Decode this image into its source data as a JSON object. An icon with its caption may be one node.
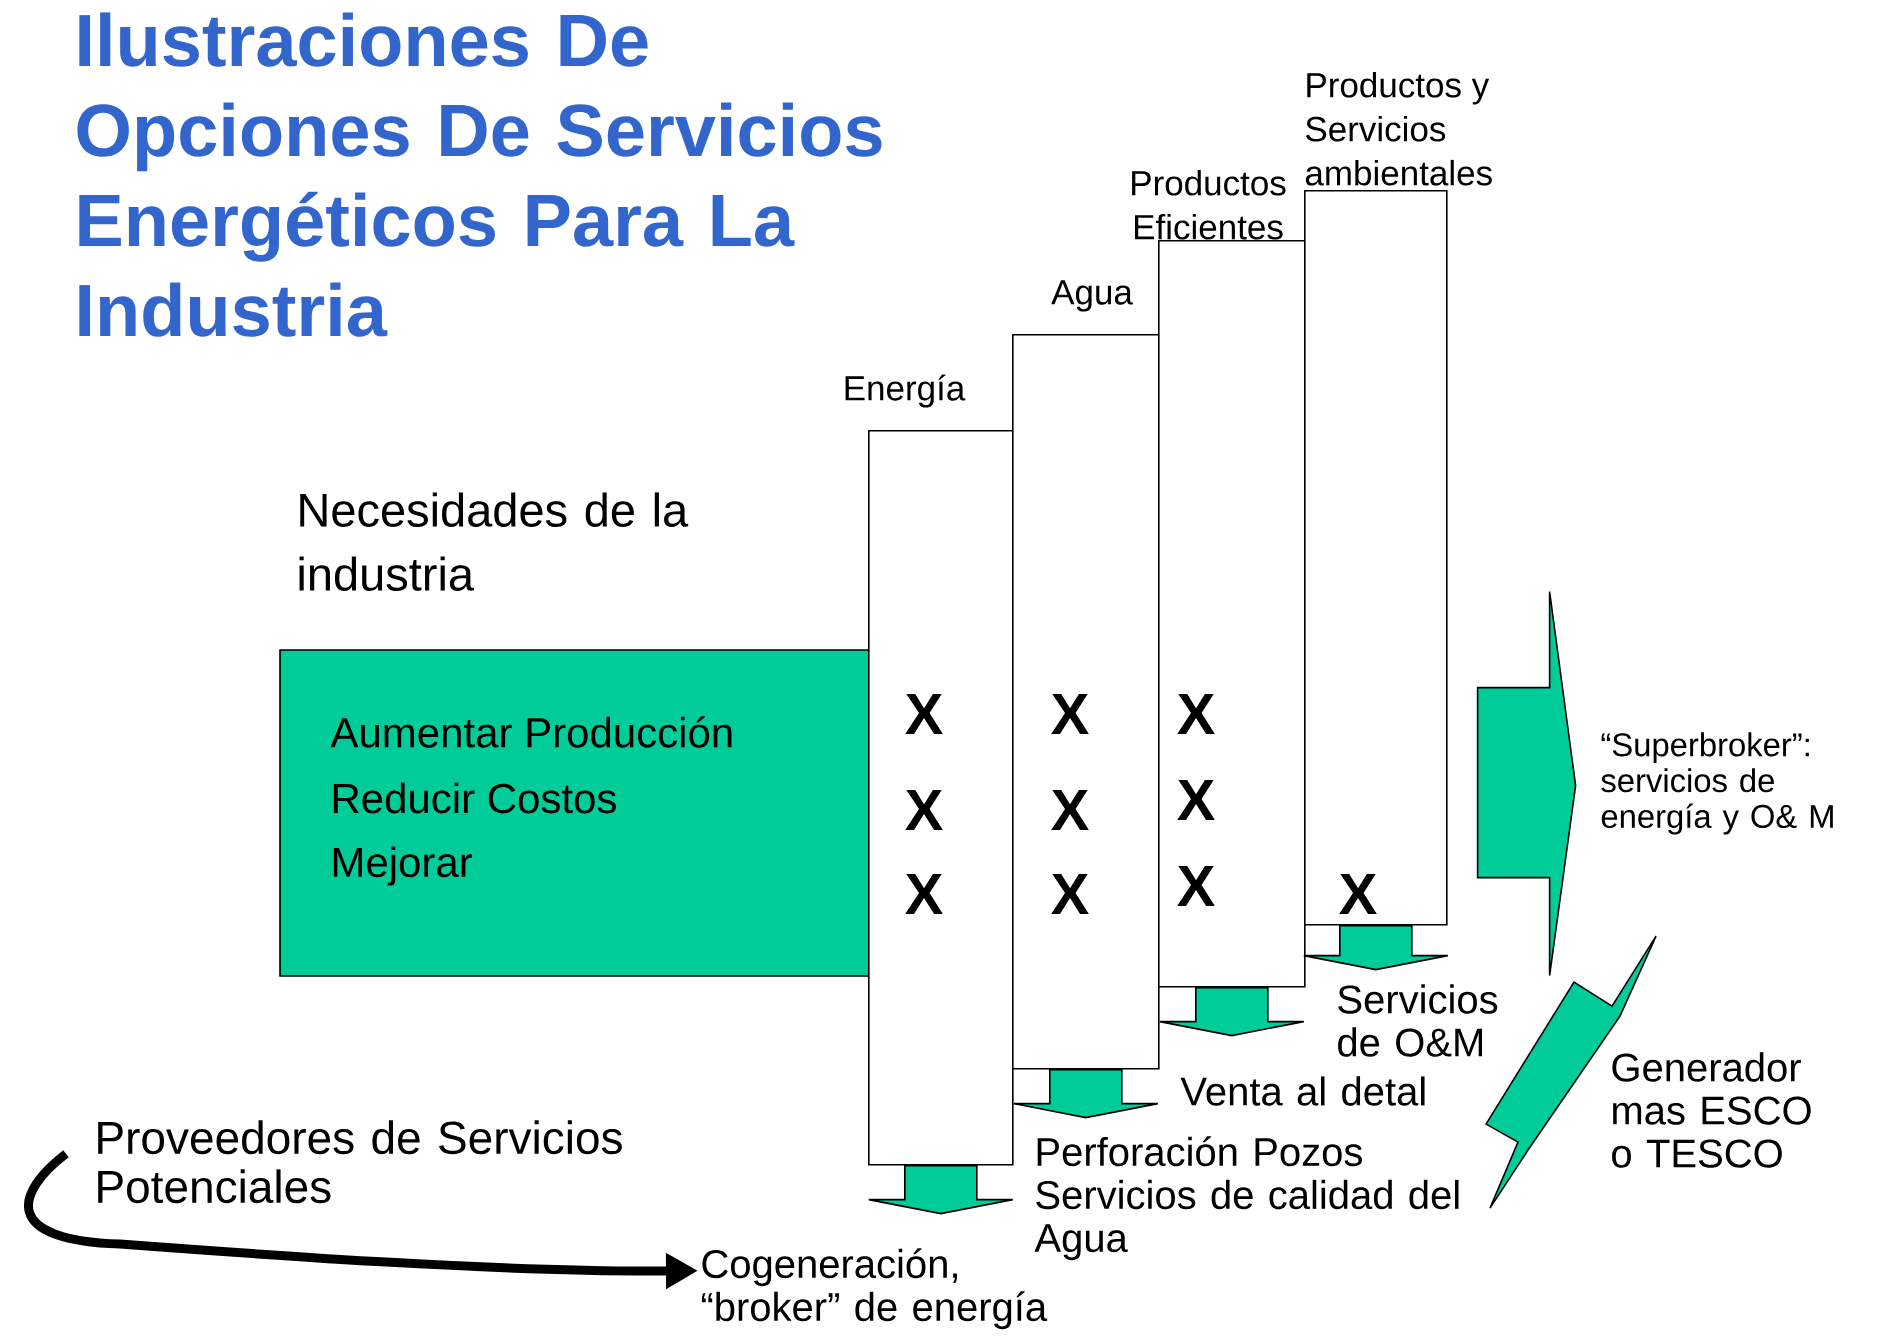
{
  "diagram": {
    "title": "Ilustraciones De Opciones De Servicios Energéticos Para La Industria",
    "nodes": [
      {
        "text": [
          "Necesidades de la industria",
          "Aumentar Producción",
          "Reducir Costos",
          "Mejorar"
        ]
      },
      {
        "text": [
          "Energía",
          "X",
          "X",
          "X"
        ]
      },
      {
        "text": [
          "Agua",
          "X",
          "X",
          "X"
        ]
      },
      {
        "text": [
          "Productos Eficientes",
          "X",
          "X",
          "X"
        ]
      },
      {
        "text": [
          "Productos y Servicios ambientales",
          "X"
        ]
      },
      {
        "text": [
          "Cogeneración, “broker” de energía"
        ]
      },
      {
        "text": [
          "Perforación Pozos Servicios de calidad del Agua"
        ]
      },
      {
        "text": [
          "Venta al detal"
        ]
      },
      {
        "text": [
          "Servicios de O&M"
        ]
      },
      {
        "text": [
          "“Superbroker”: servicios de energía y O& M"
        ]
      },
      {
        "text": [
          "Generador mas ESCO o TESCO"
        ]
      },
      {
        "text": [
          "Proveedores de Servicios Potenciales"
        ]
      }
    ],
    "edges": [
      {
        "from": 1,
        "to": 5,
        "arrow": "to",
        "color": "#00cc99"
      },
      {
        "from": 2,
        "to": 6,
        "arrow": "to",
        "color": "#00cc99"
      },
      {
        "from": 3,
        "to": 7,
        "arrow": "to",
        "color": "#00cc99"
      },
      {
        "from": 4,
        "to": 8,
        "arrow": "to",
        "color": "#00cc99"
      },
      {
        "from": 4,
        "to": 9,
        "arrow": "to",
        "color": "#00cc99"
      },
      {
        "from": 11,
        "to": 5,
        "arrow": "to",
        "color": "#000000"
      },
      {
        "from": 8,
        "to": 10,
        "arrow": "none",
        "color": "#00cc99"
      }
    ]
  }
}
